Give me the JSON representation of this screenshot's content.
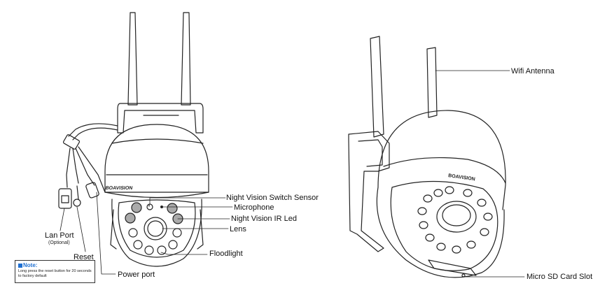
{
  "labels": {
    "night_vision_switch_sensor": "Night Vision Switch Sensor",
    "microphone": "Microphone",
    "night_vision_ir_led": "Night Vision IR Led",
    "lens": "Lens",
    "floodlight": "Floodlight",
    "power_port": "Power port",
    "lan_port": "Lan Port",
    "lan_port_note": "(Optional)",
    "reset": "Reset",
    "wifi_antenna": "Wifi Antenna",
    "micro_sd_card_slot": "Micro SD Card Slot"
  },
  "brand": "BOAVISION",
  "note": {
    "title": "Note:",
    "text": "Long press the reset button for 20 seconds to factory default"
  },
  "colors": {
    "stroke": "#222222",
    "ir_led_fill": "#aaaaaa",
    "note_accent": "#1f6fd1"
  }
}
